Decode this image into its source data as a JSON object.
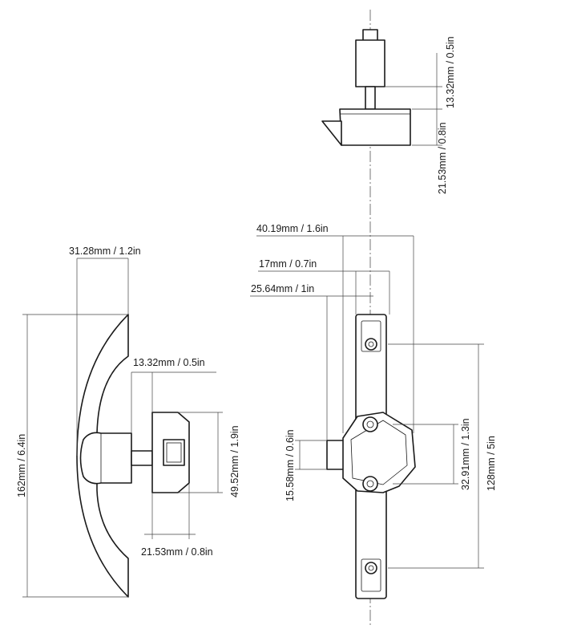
{
  "dimensions": {
    "top_13_32": "13.32mm / 0.5in",
    "top_21_53": "21.53mm / 0.8in",
    "width_40_19": "40.19mm / 1.6in",
    "width_17": "17mm / 0.7in",
    "width_25_64": "25.64mm / 1in",
    "pitch_128": "128mm / 5in",
    "body_32_91": "32.91mm / 1.3in",
    "bolt_15_58": "15.58mm / 0.6in",
    "handle_31_28": "31.28mm / 1.2in",
    "handle_162": "162mm / 6.4in",
    "side_13_32": "13.32mm / 0.5in",
    "side_49_52": "49.52mm / 1.9in",
    "side_21_53": "21.53mm / 0.8in"
  }
}
